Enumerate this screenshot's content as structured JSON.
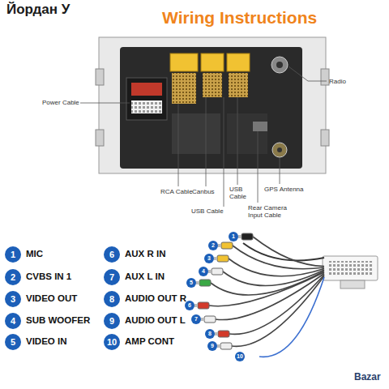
{
  "diagram": {
    "title": "Wiring Instructions",
    "labels": [
      "Йордан У",
      "Power Cable",
      "RCA Cable",
      "Canbus",
      "USB Cable",
      "USB Cable",
      "Rear Camera Input Cable",
      "GPS Antenna",
      "Radio",
      "1",
      "MIC",
      "2",
      "CVBS IN 1",
      "3",
      "VIDEO OUT",
      "4",
      "SUB WOOFER",
      "5",
      "VIDEO IN",
      "6",
      "AUX R IN",
      "7",
      "AUX L IN",
      "8",
      "AUDIO OUT R",
      "9",
      "AUDIO OUT L",
      "10",
      "AMP CONT",
      "1",
      "2",
      "3",
      "4",
      "5",
      "6",
      "7",
      "8",
      "9",
      "10",
      "Bazar"
    ]
  }
}
